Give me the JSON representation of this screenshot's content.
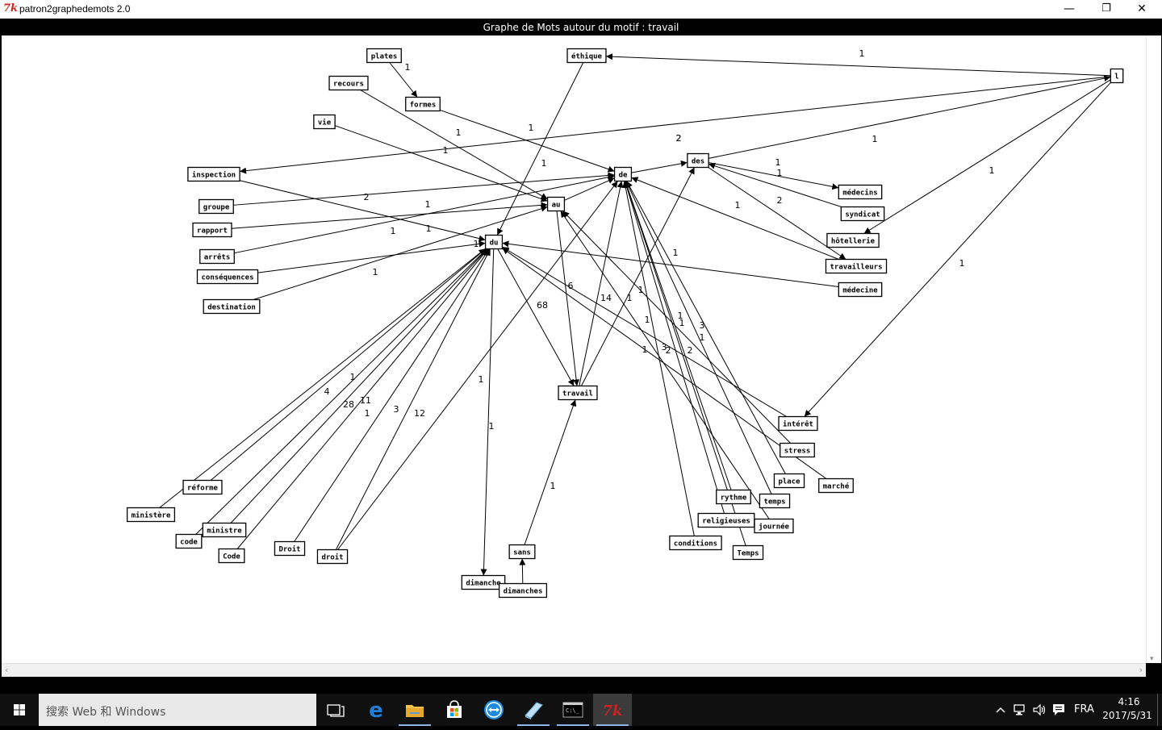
{
  "window": {
    "title": "patron2graphedemots 2.0",
    "app_icon_glyph": "7k",
    "minimize_glyph": "—",
    "maximize_glyph": "❐",
    "close_glyph": "✕"
  },
  "header_title": "Graphe de Mots autour du motif : travail",
  "graph": {
    "nodes": [
      {
        "id": "plates",
        "label": "plates"
      },
      {
        "id": "ethique",
        "label": "éthique"
      },
      {
        "id": "l",
        "label": "l"
      },
      {
        "id": "recours",
        "label": "recours"
      },
      {
        "id": "formes",
        "label": "formes"
      },
      {
        "id": "vie",
        "label": "vie"
      },
      {
        "id": "des",
        "label": "des"
      },
      {
        "id": "inspection",
        "label": "inspection"
      },
      {
        "id": "de",
        "label": "de"
      },
      {
        "id": "medecins",
        "label": "médecins"
      },
      {
        "id": "groupe",
        "label": "groupe"
      },
      {
        "id": "au",
        "label": "au"
      },
      {
        "id": "syndicat",
        "label": "syndicat"
      },
      {
        "id": "rapport",
        "label": "rapport"
      },
      {
        "id": "hotellerie",
        "label": "hôtellerie"
      },
      {
        "id": "du",
        "label": "du"
      },
      {
        "id": "arrets",
        "label": "arrêts"
      },
      {
        "id": "travailleurs",
        "label": "travailleurs"
      },
      {
        "id": "consequences",
        "label": "conséquences"
      },
      {
        "id": "medecine",
        "label": "médecine"
      },
      {
        "id": "destination",
        "label": "destination"
      },
      {
        "id": "travail",
        "label": "travail"
      },
      {
        "id": "interet",
        "label": "intérêt"
      },
      {
        "id": "stress",
        "label": "stress"
      },
      {
        "id": "place",
        "label": "place"
      },
      {
        "id": "marche",
        "label": "marché"
      },
      {
        "id": "reforme",
        "label": "réforme"
      },
      {
        "id": "rythme",
        "label": "rythme"
      },
      {
        "id": "temps",
        "label": "temps"
      },
      {
        "id": "ministere",
        "label": "ministère"
      },
      {
        "id": "religieuses",
        "label": "religieuses"
      },
      {
        "id": "journee",
        "label": "journée"
      },
      {
        "id": "code",
        "label": "code"
      },
      {
        "id": "ministre",
        "label": "ministre"
      },
      {
        "id": "conditions",
        "label": "conditions"
      },
      {
        "id": "Droit",
        "label": "Droit"
      },
      {
        "id": "Code",
        "label": "Code"
      },
      {
        "id": "droit",
        "label": "droit"
      },
      {
        "id": "Temps",
        "label": "Temps"
      },
      {
        "id": "sans",
        "label": "sans"
      },
      {
        "id": "dimanche",
        "label": "dimanche"
      },
      {
        "id": "dimanches",
        "label": "dimanches"
      }
    ],
    "edges": [
      {
        "from": "plates",
        "to": "formes",
        "label": "1"
      },
      {
        "from": "l",
        "to": "ethique",
        "label": "1"
      },
      {
        "from": "l",
        "to": "inspection",
        "label": "2"
      },
      {
        "from": "des",
        "to": "l",
        "label": "1"
      },
      {
        "from": "l",
        "to": "hotellerie",
        "label": "1"
      },
      {
        "from": "l",
        "to": "interet",
        "label": "1"
      },
      {
        "from": "ethique",
        "to": "du",
        "label": "1"
      },
      {
        "from": "recours",
        "to": "au",
        "label": "1"
      },
      {
        "from": "formes",
        "to": "de",
        "label": "1"
      },
      {
        "from": "vie",
        "to": "au",
        "label": "1"
      },
      {
        "from": "inspection",
        "to": "du",
        "label": "1"
      },
      {
        "from": "groupe",
        "to": "de",
        "label": "2"
      },
      {
        "from": "rapport",
        "to": "au",
        "label": "1"
      },
      {
        "from": "arrets",
        "to": "de",
        "label": "1"
      },
      {
        "from": "consequences",
        "to": "du",
        "label": "1"
      },
      {
        "from": "destination",
        "to": "au",
        "label": "1"
      },
      {
        "from": "de",
        "to": "des",
        "label": "2"
      },
      {
        "from": "des",
        "to": "medecins",
        "label": "1"
      },
      {
        "from": "syndicat",
        "to": "des",
        "label": "1"
      },
      {
        "from": "des",
        "to": "travailleurs",
        "label": "2"
      },
      {
        "from": "travailleurs",
        "to": "de",
        "label": "1"
      },
      {
        "from": "medecine",
        "to": "du",
        "label": "1"
      },
      {
        "from": "au",
        "to": "de",
        "label": ""
      },
      {
        "from": "du",
        "to": "travail",
        "label": "68"
      },
      {
        "from": "au",
        "to": "travail",
        "label": "6"
      },
      {
        "from": "travail",
        "to": "de",
        "label": "14"
      },
      {
        "from": "travail",
        "to": "des",
        "label": "1"
      },
      {
        "from": "interet",
        "to": "du",
        "label": "1"
      },
      {
        "from": "stress",
        "to": "au",
        "label": "1"
      },
      {
        "from": "marche",
        "to": "du",
        "label": "1"
      },
      {
        "from": "place",
        "to": "de",
        "label": "3"
      },
      {
        "from": "rythme",
        "to": "de",
        "label": "1"
      },
      {
        "from": "temps",
        "to": "de",
        "label": "1"
      },
      {
        "from": "religieuses",
        "to": "de",
        "label": "2"
      },
      {
        "from": "journee",
        "to": "au",
        "label": "2"
      },
      {
        "from": "conditions",
        "to": "de",
        "label": "3"
      },
      {
        "from": "Temps",
        "to": "de",
        "label": "1"
      },
      {
        "from": "reforme",
        "to": "du",
        "label": "1"
      },
      {
        "from": "ministere",
        "to": "du",
        "label": "4"
      },
      {
        "from": "code",
        "to": "du",
        "label": "28"
      },
      {
        "from": "ministre",
        "to": "du",
        "label": "11"
      },
      {
        "from": "Code",
        "to": "du",
        "label": "1"
      },
      {
        "from": "Droit",
        "to": "du",
        "label": "3"
      },
      {
        "from": "droit",
        "to": "du",
        "label": "12"
      },
      {
        "from": "droit",
        "to": "de",
        "label": "1"
      },
      {
        "from": "du",
        "to": "dimanche",
        "label": "1"
      },
      {
        "from": "sans",
        "to": "travail",
        "label": "1"
      },
      {
        "from": "dimanches",
        "to": "sans",
        "label": ""
      }
    ]
  },
  "taskbar": {
    "search_placeholder": "搜索 Web 和 Windows",
    "apps": [
      "task-view",
      "edge",
      "file-explorer",
      "store",
      "teamviewer",
      "notes",
      "terminal",
      "tk-app"
    ],
    "language": "FRA",
    "time": "4:16",
    "date": "2017/5/31",
    "colors": {
      "taskbar": "#101010",
      "search_bg": "#e9e9e9",
      "active_indicator": "#8fb6e8",
      "tk_red": "#d02020"
    }
  }
}
